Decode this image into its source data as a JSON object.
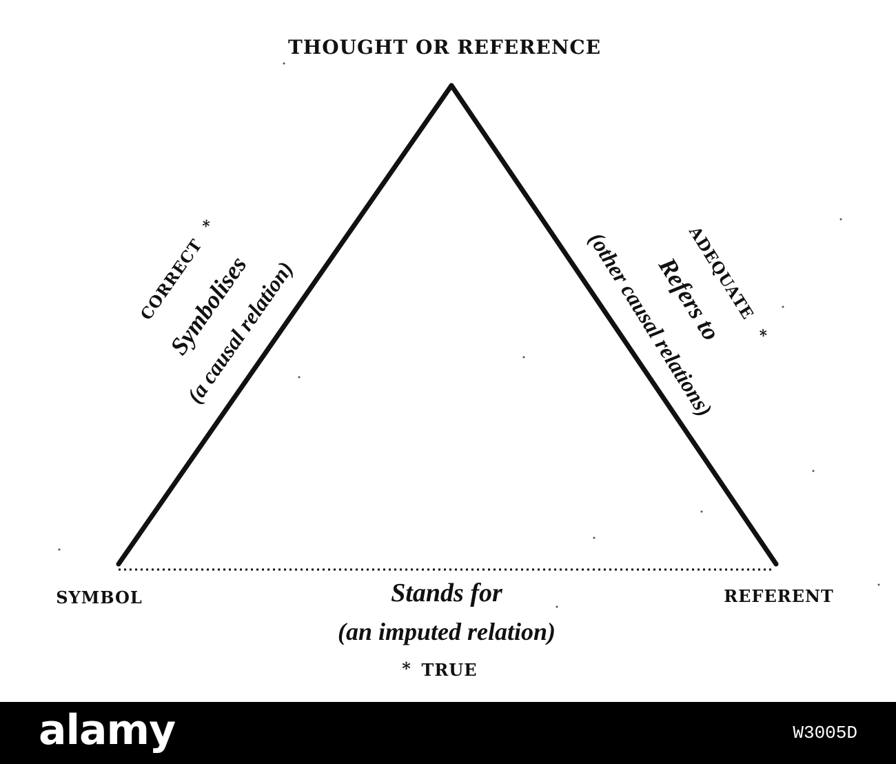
{
  "nodes": {
    "top": "THOUGHT OR REFERENCE",
    "left": "SYMBOL",
    "right": "REFERENT"
  },
  "edges": {
    "left": {
      "qualifier": "CORRECT",
      "marker": "*",
      "verb": "Symbolises",
      "relation": "(a causal relation)"
    },
    "right": {
      "qualifier": "ADEQUATE",
      "marker": "*",
      "verb": "Refers to",
      "relation": "(other causal relations)"
    },
    "bottom": {
      "verb": "Stands for",
      "relation": "(an imputed relation)",
      "marker": "*",
      "qualifier": "TRUE"
    }
  },
  "colors": {
    "ink": "#111111",
    "paper": "#ffffff",
    "watermark_bar": "#000000"
  },
  "watermark": {
    "logo": "alamy",
    "image_id": "W3005D"
  }
}
